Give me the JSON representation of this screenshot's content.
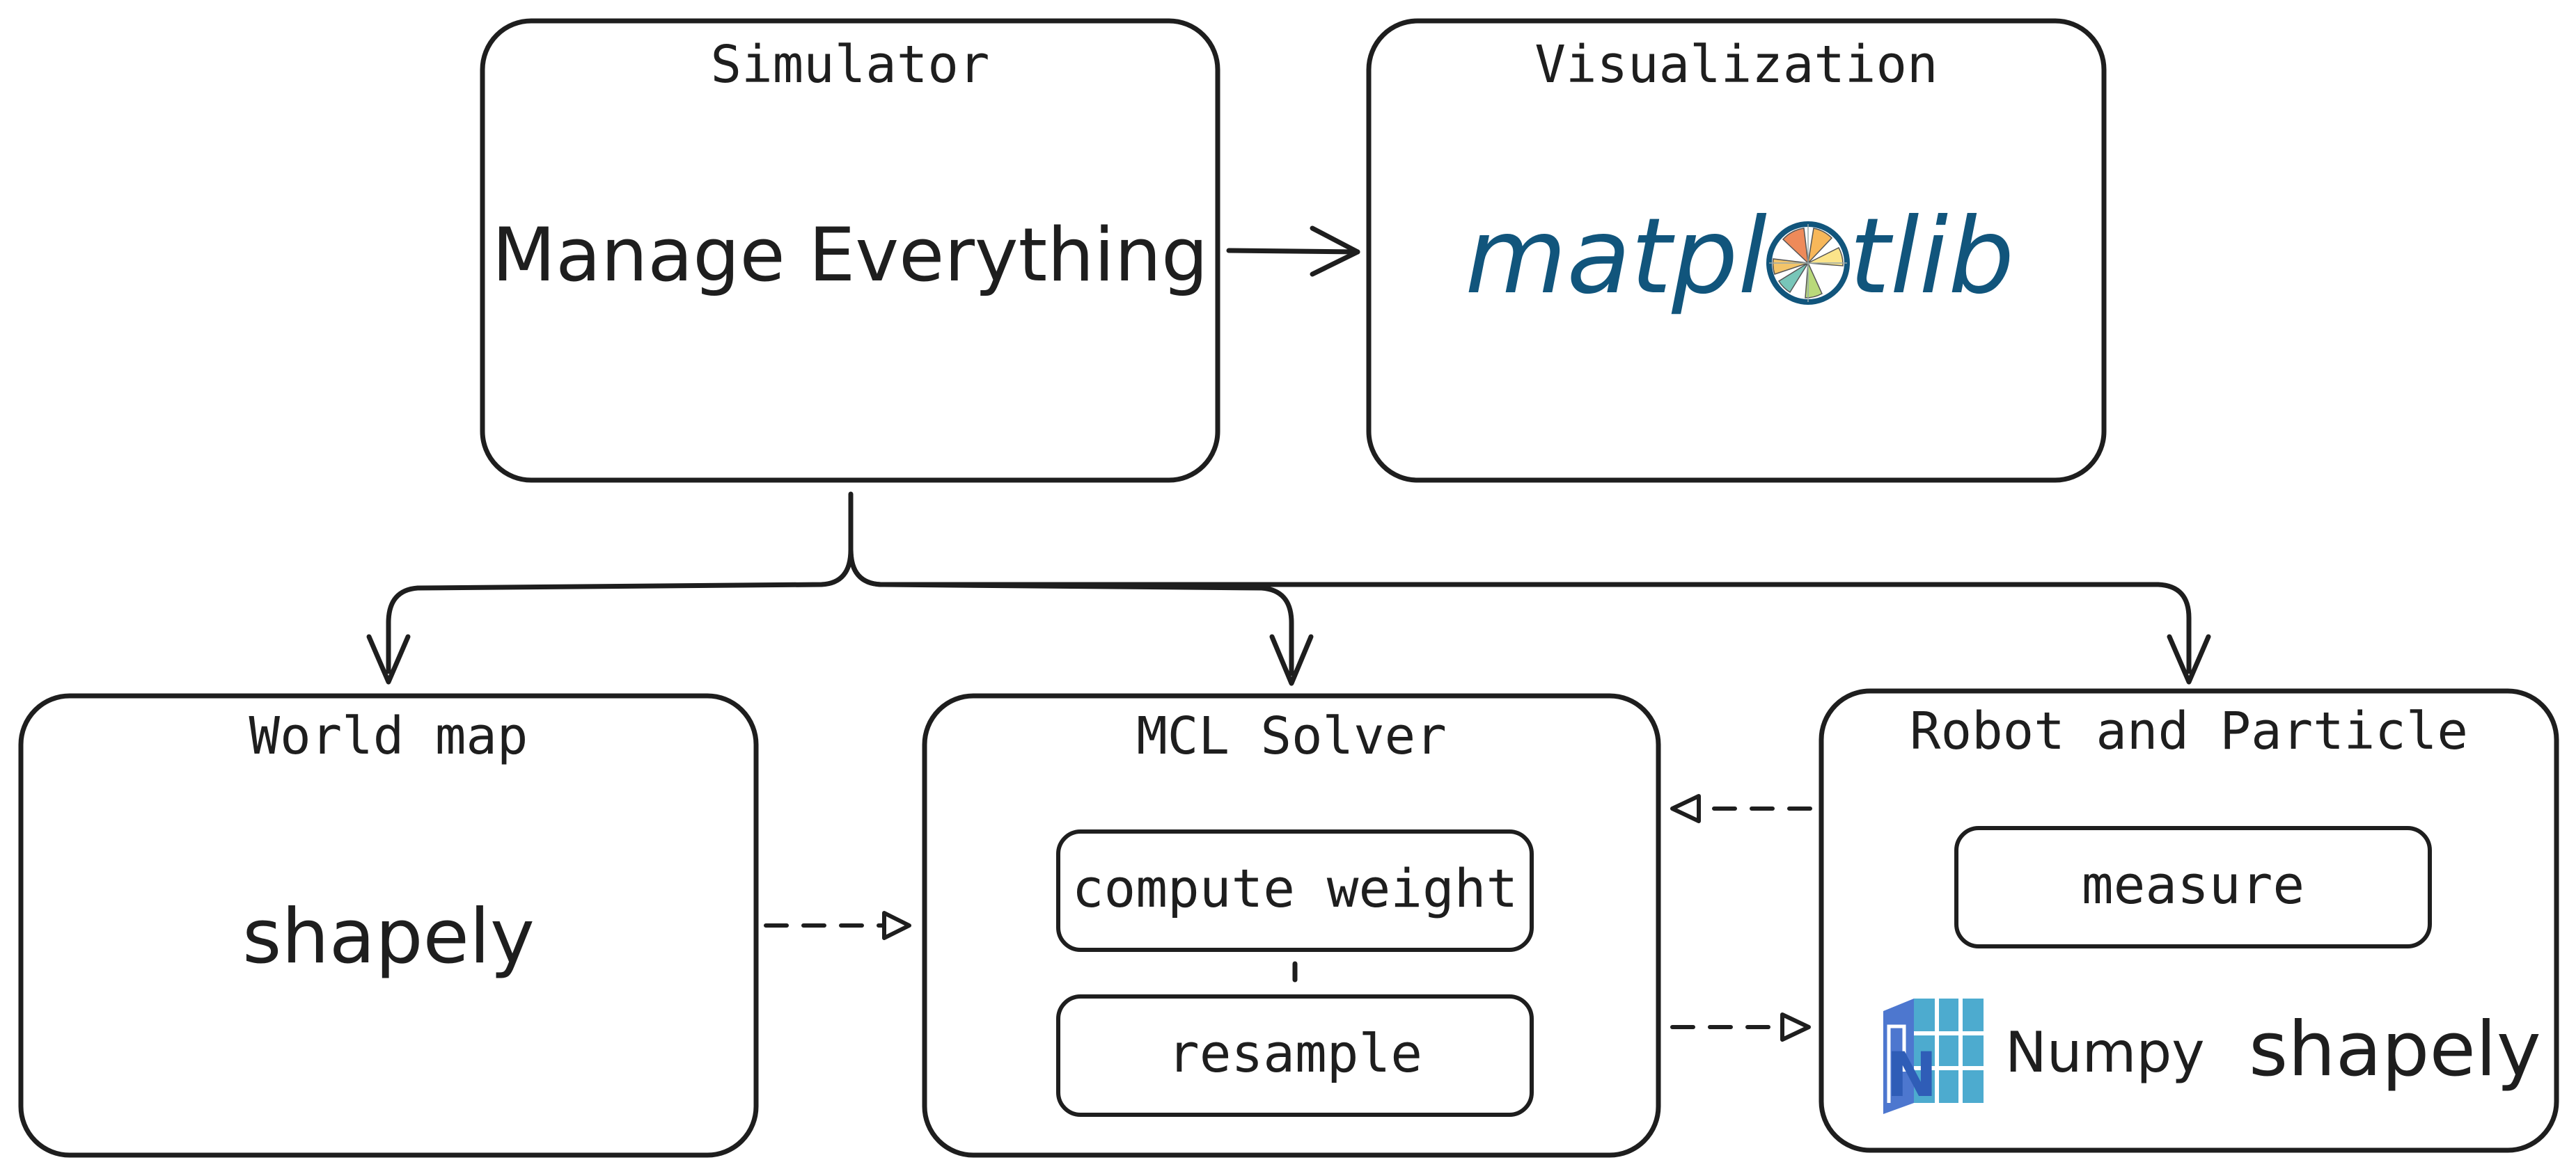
{
  "simulator": {
    "title": "Simulator",
    "content": "Manage Everything"
  },
  "visualization": {
    "title": "Visualization",
    "logo_text_before": "matpl",
    "logo_text_after": "tlib",
    "logo_icon": "matplotlib-logo-icon"
  },
  "world_map": {
    "title": "World map",
    "content": "shapely"
  },
  "mcl_solver": {
    "title": "MCL Solver",
    "steps": [
      "compute weight",
      "resample"
    ]
  },
  "robot_particle": {
    "title": "Robot and Particle",
    "step": "measure",
    "libraries": [
      "Numpy",
      "shapely"
    ],
    "numpy_icon": "numpy-cube-icon"
  },
  "colors": {
    "stroke": "#1e1e1e",
    "matplotlib_blue": "#11557c",
    "numpy_blue": "#4d77cf",
    "numpy_cyan": "#4dabcf"
  }
}
